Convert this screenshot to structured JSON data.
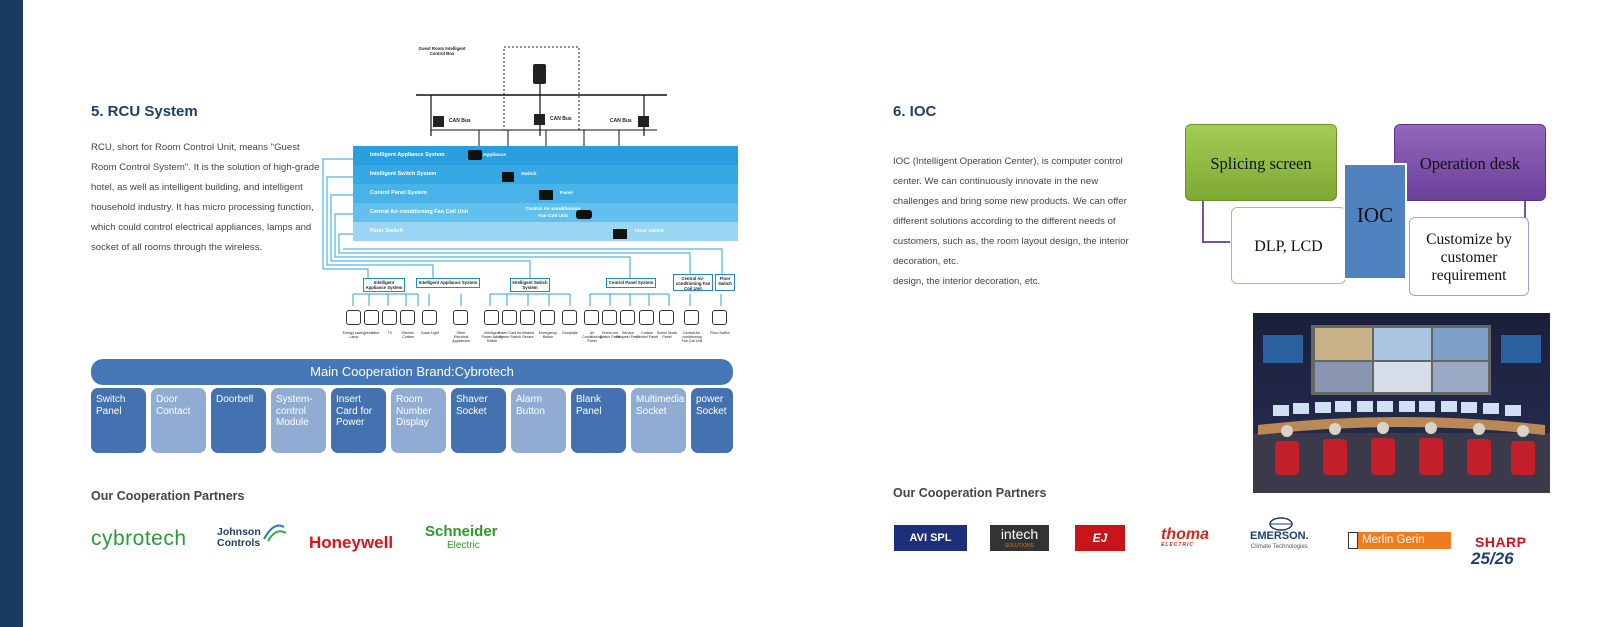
{
  "left": {
    "heading": "5. RCU System",
    "paragraph_lines": [
      "RCU, short for Room Control Unit, means \"Guest",
      "Room Control System\". It is the solution of high-grade",
      "hotel, as well as intelligent building, and intelligent",
      "household industry. It has micro processing function,",
      "which could control electrical appliances, lamps and",
      "socket of all rooms through the wireless."
    ],
    "diagram": {
      "control_box": "Guest Room Intelligent Control Box",
      "can_bus": [
        "CAN Bus",
        "CAN Bus",
        "CAN Bus"
      ],
      "bands": [
        {
          "label": "Intelligent Appliance System",
          "sub": "Appliance"
        },
        {
          "label": "Intelligent Switch System",
          "sub": "Switch"
        },
        {
          "label": "Control Panel System",
          "sub": "Panel"
        },
        {
          "label": "Central Air-conditioning Fan Coil Unit",
          "sub": "Central Air-conditioning Fan Coil Unit"
        },
        {
          "label": "Floor Switch",
          "sub": "Floor Switch"
        }
      ],
      "nodes": [
        "Intelligent Appliance System",
        "Intelligent Appliance System",
        "Intelligent Switch System",
        "Control Panel System",
        "Central Air-conditioning Fan Coil Unit",
        "Floor Switch"
      ],
      "devices": [
        "Energy saving Lamp",
        "Ventilator",
        "TV",
        "Electric Curtain",
        "Down Light",
        "Other Electrical Appliances",
        "Intelligent Power-taking Switch",
        "Insert Card for Power Switch",
        "Infrared Sensor",
        "Emergency Button",
        "Doorplate",
        "Air Conditioning Panel",
        "Check-out Switch Panel",
        "Service Request Panel",
        "Curtain Control Panel",
        "Scene Mode Panel",
        "Central Air-conditioning Fan Coil Unit",
        "Floor Switch"
      ]
    },
    "brand_bar": "Main Cooperation Brand:Cybrotech",
    "tiles": [
      {
        "lines": [
          "Switch",
          "Panel"
        ],
        "tone": "dark"
      },
      {
        "lines": [
          "Door",
          "Contact"
        ],
        "tone": "light"
      },
      {
        "lines": [
          "Doorbell"
        ],
        "tone": "dark"
      },
      {
        "lines": [
          "System-",
          "control",
          " Module"
        ],
        "tone": "light"
      },
      {
        "lines": [
          "Insert",
          "Card for",
          "Power"
        ],
        "tone": "dark"
      },
      {
        "lines": [
          "Room",
          "Number",
          "Display"
        ],
        "tone": "light"
      },
      {
        "lines": [
          "Shaver",
          "Socket"
        ],
        "tone": "dark"
      },
      {
        "lines": [
          "Alarm",
          "Button"
        ],
        "tone": "light"
      },
      {
        "lines": [
          "Blank",
          "Panel"
        ],
        "tone": "dark"
      },
      {
        "lines": [
          "Multimedia",
          "Socket"
        ],
        "tone": "light"
      },
      {
        "lines": [
          "power",
          "Socket"
        ],
        "tone": "dark"
      }
    ],
    "partners_title": "Our Cooperation Partners",
    "logos": {
      "cybrotech": "cybrotech",
      "johnson_1": "Johnson",
      "johnson_2": "Controls",
      "honeywell": "Honeywell",
      "schneider_1": "Schneider",
      "schneider_2": "Electric"
    }
  },
  "right": {
    "heading": "6. IOC",
    "paragraph_lines": [
      "IOC (Intelligent Operation Center), is computer control",
      "center. We can continuously innovate in the new",
      "challenges and bring some new products. We can offer",
      "different solutions according to the different needs of",
      "customers, such as, the room layout design, the interior",
      "decoration, etc.",
      "design, the interior decoration, etc."
    ],
    "ioc_diagram": {
      "center": "IOC",
      "top_left": "Splicing screen",
      "bottom_left": "DLP, LCD",
      "top_right": "Operation desk",
      "bottom_right_lines": [
        "Customize by",
        "customer",
        "requirement"
      ]
    },
    "partners_title": "Our Cooperation Partners",
    "logos": {
      "avi": "AVI SPL",
      "intech": "intech",
      "intech_sub": "SOLUTIONS",
      "ej": "EJ",
      "thoma": "thoma",
      "thoma_sub": "ELECTRIC",
      "emerson": "EMERSON.",
      "emerson_sub": "Climate Technologies",
      "merlin": "Merlin Gerin",
      "sharp": "SHARP"
    },
    "page_number": "25/26"
  },
  "colors": {
    "sidebar": "#1b3a63",
    "heading": "#1d3f6e",
    "tile_dark": "#4472b0",
    "tile_light": "#91acd3",
    "brand_bar": "#4677b6",
    "ioc_green": "#8db840",
    "ioc_purple": "#7a4fa6",
    "ioc_blue": "#4f82bf"
  }
}
